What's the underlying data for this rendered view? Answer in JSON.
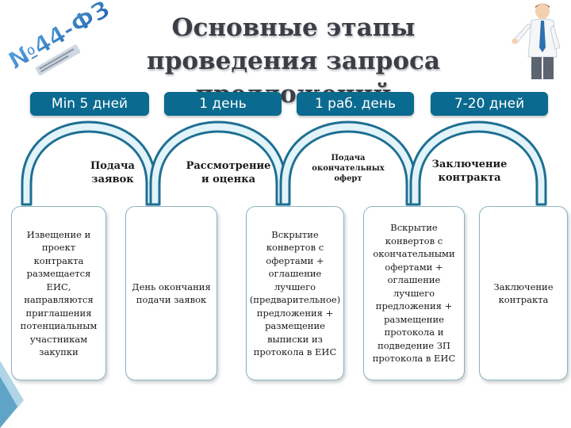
{
  "title": "Основные этапы проведения запроса предложений",
  "logo": {
    "text": "№44-ФЗ"
  },
  "durations": [
    "Min 5 дней",
    "1 день",
    "1 раб. день",
    "7-20 дней"
  ],
  "stages": [
    "Подача заявок",
    "Рассмотрение и оценка",
    "Подача окончательных оферт",
    "Заключение контракта"
  ],
  "cards": [
    "Извещение и проект контракта размещается ЕИС, направляются приглашения потенциальным участникам закупки",
    "День окончания подачи заявок",
    "Вскрытие конвертов с офертами + оглашение лучшего (предварительное) предложения + размещение выписки из протокола в ЕИС",
    "Вскрытие конвертов с окончательными офертами + оглашение лучшего предложения + размещение протокола и подведение ЗП протокола в ЕИС",
    "Заключение контракта"
  ],
  "colors": {
    "pill": "#0b6a8f",
    "arc_fill": "#e2f3fa",
    "arc_stroke": "#1e6f92",
    "card_border": "#8ab3c3"
  }
}
